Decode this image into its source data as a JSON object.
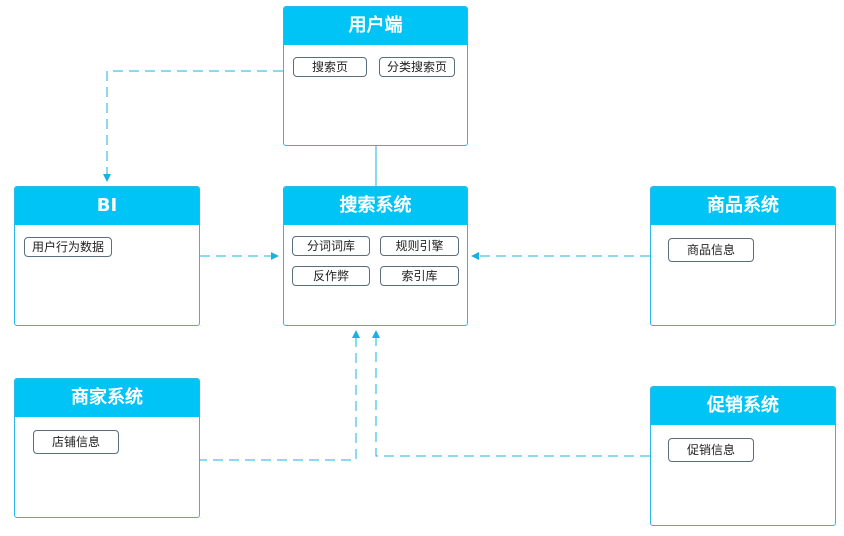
{
  "nodes": {
    "user": {
      "title": "用户端",
      "tags": [
        "搜索页",
        "分类搜索页"
      ]
    },
    "bi": {
      "title": "BI",
      "tags": [
        "用户行为数据"
      ]
    },
    "search": {
      "title": "搜索系统",
      "tags": [
        "分词词库",
        "规则引擎",
        "反作弊",
        "索引库"
      ]
    },
    "product": {
      "title": "商品系统",
      "tags": [
        "商品信息"
      ]
    },
    "merchant": {
      "title": "商家系统",
      "tags": [
        "店铺信息"
      ]
    },
    "promo": {
      "title": "促销系统",
      "tags": [
        "促销信息"
      ]
    }
  },
  "colors": {
    "header": "#00c4f5",
    "border": "#2bb8e6",
    "line": "#1ab0e0"
  }
}
